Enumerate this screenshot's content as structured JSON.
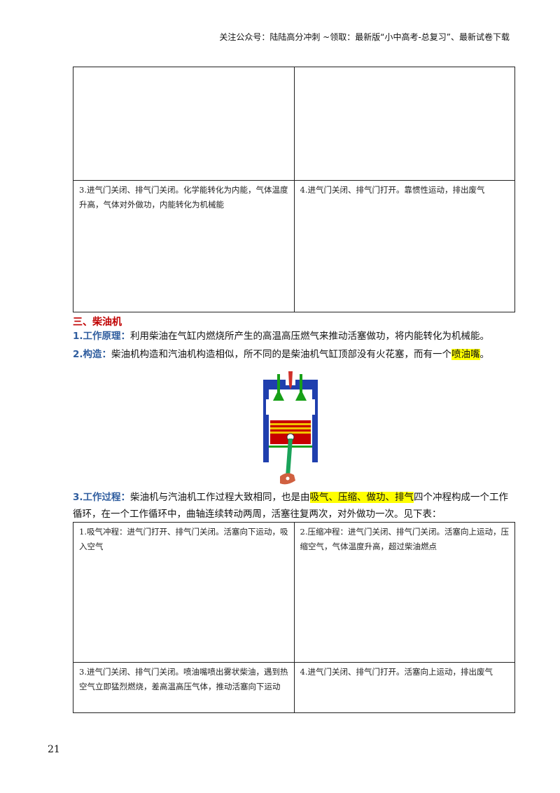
{
  "header": {
    "text": "关注公众号：陆陆高分冲刺 ~领取：最新版“小中高考-总复习”、最新试卷下载"
  },
  "table1": {
    "cells": [
      "",
      "",
      "3.进气门关闭、排气门关闭。化学能转化为内能，气体温度升高，气体对外做功，内能转化为机械能",
      "4.进气门关闭、排气门打开。靠惯性运动，排出废气"
    ]
  },
  "section": {
    "heading": "三、柴油机"
  },
  "paragraphs": {
    "p1_label": "1.工作原理：",
    "p1_text": "利用柴油在气缸内燃烧所产生的高温高压燃气来推动活塞做功，将内能转化为机械能。",
    "p2_label": "2.构造：",
    "p2_text": "柴油机构造和汽油机构造相似，所不同的是柴油机气缸顶部没有火花塞，而有一个",
    "p2_highlight": "喷油嘴",
    "p2_end": "。",
    "p3_label": "3.工作过程：",
    "p3_text_a": "柴油机与汽油机工作过程大致相同，也是由",
    "p3_highlight": "吸气、压缩、做功、排气",
    "p3_text_b": "四个冲程构成一个工作循环，在一个工作循环中，曲轴连续转动两周，活塞往复两次，对外做功一次。见下表："
  },
  "table2": {
    "cells": [
      "1.吸气冲程：进气门打开、排气门关闭。活塞向下运动，吸入空气",
      "2.压缩冲程：进气门关闭、排气门关闭。活塞向上运动，压缩空气，气体温度升高，超过柴油燃点",
      "3.进气门关闭、排气门关闭。喷油嘴喷出雾状柴油，遇到热空气立即猛烈燃烧，差高温高压气体，推动活塞向下运动",
      "4.进气门关闭、排气门打开。活塞向上运动，排出废气"
    ]
  },
  "page": {
    "number": "21"
  },
  "colors": {
    "cylinder": "#1f3fae",
    "piston": "#c80000",
    "rings": "#f2c200",
    "valve": "#18a018",
    "injector": "#d0302a",
    "rod": "#1aa35a",
    "crank": "#d06040"
  }
}
